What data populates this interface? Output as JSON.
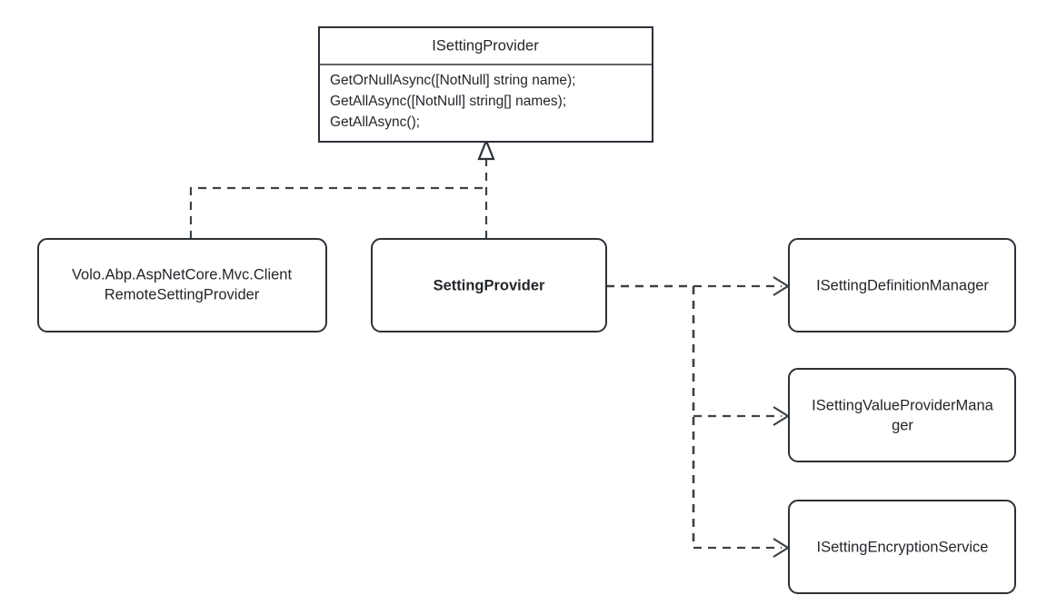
{
  "diagram": {
    "type": "uml-class-diagram",
    "title": "ISettingProvider",
    "background_color": "#ffffff",
    "line_color": "#3c4247",
    "border_color": "#2b3137",
    "text_color": "#23272b"
  },
  "interface_node": {
    "name": "ISettingProvider",
    "stereotype": "interface",
    "members": [
      "GetOrNullAsync([NotNull] string name);",
      "GetAllAsync([NotNull] string[] names);",
      "GetAllAsync();"
    ]
  },
  "implementation_nodes": [
    {
      "id": "remote-setting-provider",
      "lines": [
        "Volo.Abp.AspNetCore.Mvc.Client",
        "RemoteSettingProvider"
      ],
      "full_name": "Volo.Abp.AspNetCore.Mvc.ClientRemoteSettingProvider",
      "bold": false
    },
    {
      "id": "setting-provider",
      "lines": [
        "SettingProvider"
      ],
      "full_name": "SettingProvider",
      "bold": true
    }
  ],
  "dependency_nodes": [
    {
      "id": "setting-definition-manager",
      "lines": [
        "ISettingDefinitionManager"
      ],
      "full_name": "ISettingDefinitionManager"
    },
    {
      "id": "setting-value-provider-manager",
      "lines": [
        "ISettingValueProviderMana",
        "ger"
      ],
      "full_name": "ISettingValueProviderManager"
    },
    {
      "id": "setting-encryption-service",
      "lines": [
        "ISettingEncryptionService"
      ],
      "full_name": "ISettingEncryptionService"
    }
  ],
  "relationships": [
    {
      "id": "realization-remote-setting-provider",
      "from": "Volo.Abp.AspNetCore.Mvc.ClientRemoteSettingProvider",
      "to": "ISettingProvider",
      "kind": "realization",
      "style": "dashed",
      "arrowhead": "hollow-triangle"
    },
    {
      "id": "realization-setting-provider",
      "from": "SettingProvider",
      "to": "ISettingProvider",
      "kind": "realization",
      "style": "dashed",
      "arrowhead": "hollow-triangle"
    },
    {
      "id": "dependency-setting-definition-manager",
      "from": "SettingProvider",
      "to": "ISettingDefinitionManager",
      "kind": "dependency",
      "style": "dashed",
      "arrowhead": "open"
    },
    {
      "id": "dependency-setting-value-provider-manager",
      "from": "SettingProvider",
      "to": "ISettingValueProviderManager",
      "kind": "dependency",
      "style": "dashed",
      "arrowhead": "open"
    },
    {
      "id": "dependency-setting-encryption-service",
      "from": "SettingProvider",
      "to": "ISettingEncryptionService",
      "kind": "dependency",
      "style": "dashed",
      "arrowhead": "open"
    }
  ]
}
